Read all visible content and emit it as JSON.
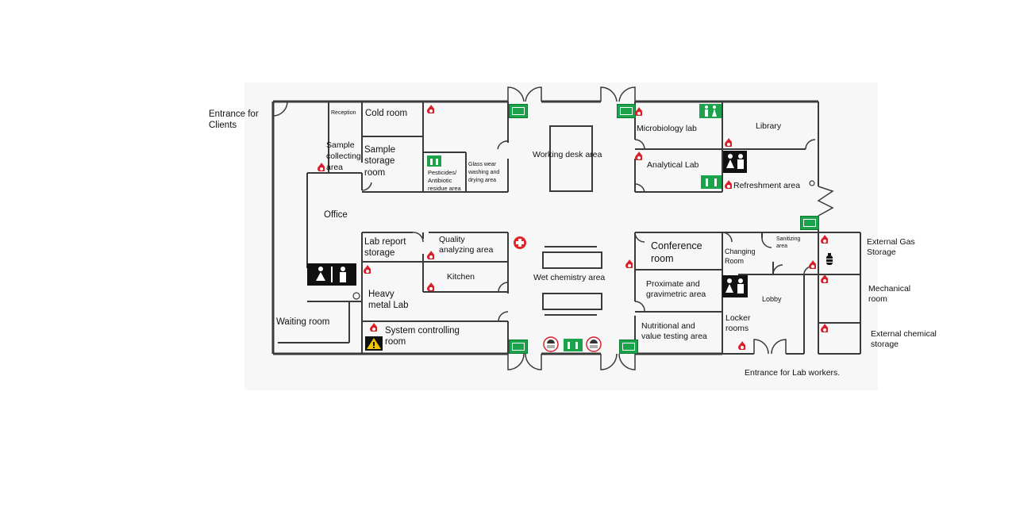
{
  "labels": {
    "entrance_clients": "Entrance for\nClients",
    "reception": "Reception",
    "cold_room": "Cold room",
    "sample_collecting": "Sample\ncollecting\narea",
    "sample_storage": "Sample\nstorage\nroom",
    "pesticides": "Pesticides/\nAntibiotic\nresidue area",
    "glass_wear": "Glass wear\nwashing and\ndrying area",
    "working_desk": "Working desk area",
    "microbiology": "Microbiology lab",
    "library": "Library",
    "analytical": "Analytical Lab",
    "refreshment": "Refreshment area",
    "office": "Office",
    "lab_report": "Lab report\nstorage",
    "quality": "Quality\nanalyzing area",
    "kitchen": "Kitchen",
    "heavy_metal": "Heavy\nmetal Lab",
    "waiting": "Waiting room",
    "system_ctrl": "System controlling\nroom",
    "wet_chem": "Wet chemistry area",
    "conference": "Conference\nroom",
    "proximate": "Proximate and\ngravimetric area",
    "nutritional": "Nutritional and\nvalue testing area",
    "changing": "Changing\nRoom",
    "sanitizing": "Sanitizing\narea",
    "lobby": "Lobby",
    "locker": "Locker\nrooms",
    "ext_gas": "External Gas\nStorage",
    "mechanical": "Mechanical\nroom",
    "ext_chem": "External chemical\nstorage",
    "entrance_workers": "Entrance for Lab workers."
  },
  "icons": {
    "fire_extinguisher": "fire-extinguisher-icon",
    "emergency_exit": "emergency-exit-icon",
    "restroom": "restroom-icon",
    "first_aid": "first-aid-icon",
    "hazard_warning": "hazard-warning-icon",
    "safety_shower": "safety-shower-icon",
    "gas_cylinder": "gas-cylinder-icon"
  },
  "colors": {
    "wall": "#3a3a3a",
    "exit_green": "#1aa34a",
    "fire_red": "#d8202a",
    "first_aid_red": "#e0262b",
    "hazard_yellow": "#f2c500",
    "floor_bg": "#f7f7f7"
  }
}
